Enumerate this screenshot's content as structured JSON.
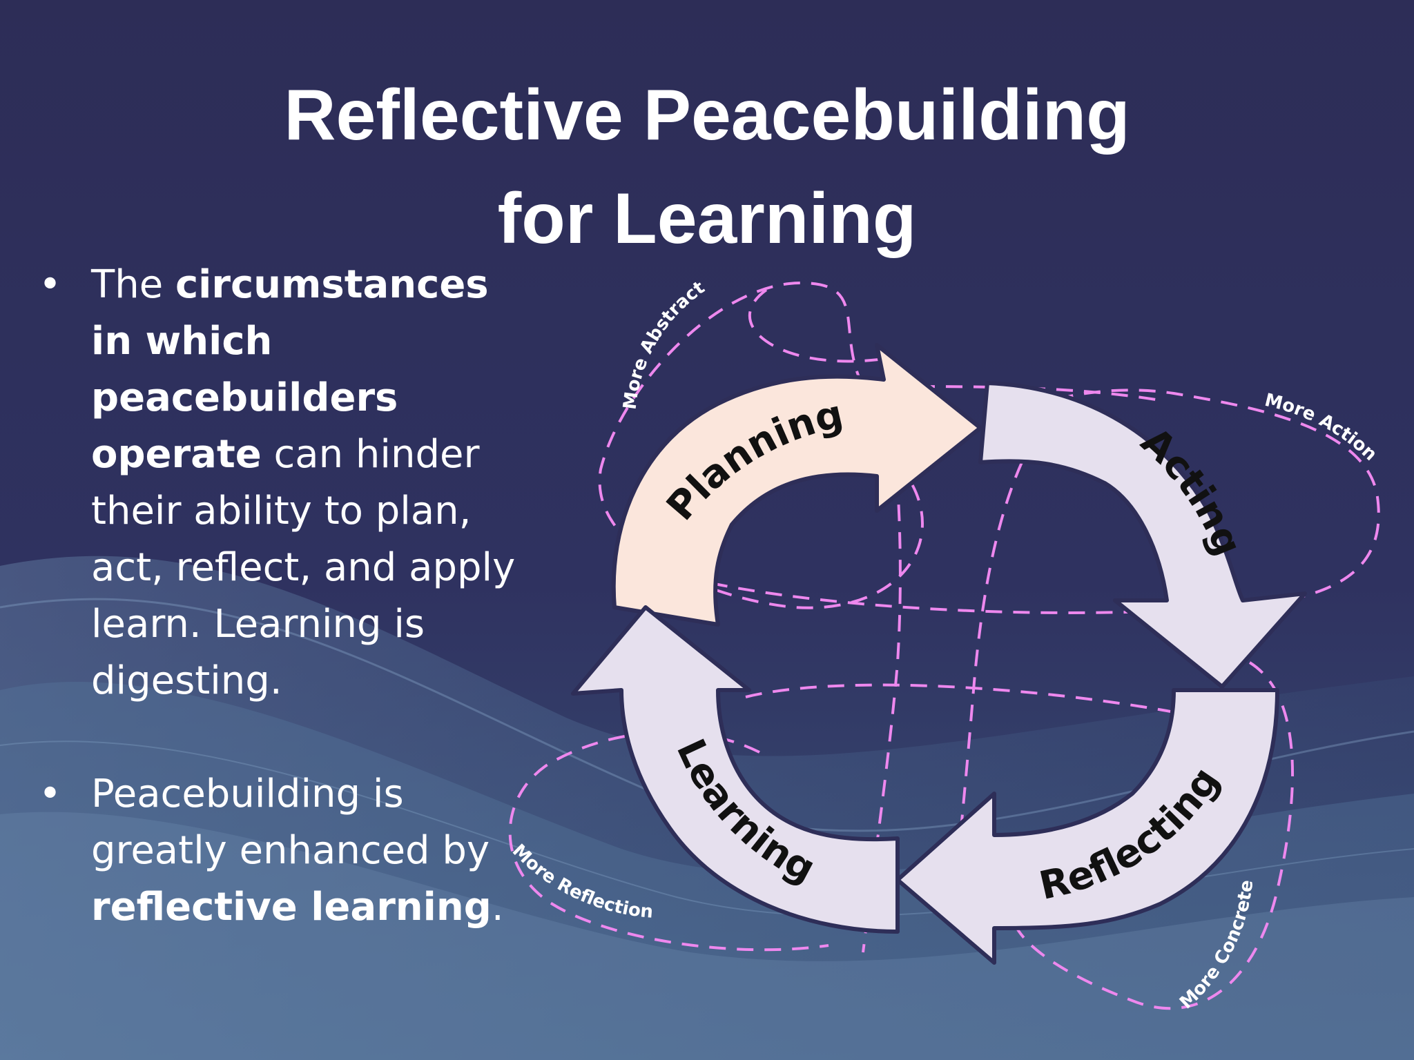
{
  "slide": {
    "title_line1": "Reflective Peacebuilding",
    "title_line2": "for Learning"
  },
  "bullets": [
    {
      "parts": [
        {
          "text": "The ",
          "bold": false
        },
        {
          "text": "circumstances in which peacebuilders operate",
          "bold": true
        },
        {
          "text": " can hinder their ability to plan, act, reflect, and apply learn. Learning is digesting.",
          "bold": false
        }
      ]
    },
    {
      "parts": [
        {
          "text": "Peacebuilding is greatly enhanced by ",
          "bold": false
        },
        {
          "text": "reflective learning",
          "bold": true
        },
        {
          "text": ".",
          "bold": false
        }
      ]
    }
  ],
  "cycle": {
    "stages": [
      "Planning",
      "Acting",
      "Reflecting",
      "Learning"
    ],
    "axes": [
      "More Abstract",
      "More Action",
      "More Concrete",
      "More Reflection"
    ]
  },
  "colors": {
    "background": "#2e2e58",
    "wave": "#5a7aa0",
    "arrow_planning": "#fbe6dc",
    "arrow_other": "#e6e0ee",
    "dash": "#ee88ee",
    "text": "#ffffff",
    "label_text": "#111111"
  }
}
